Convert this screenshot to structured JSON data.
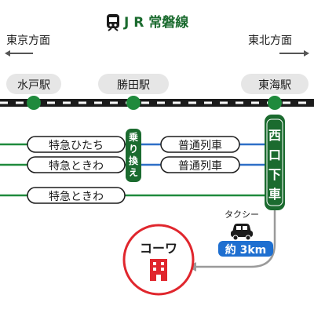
{
  "header": {
    "line_name": "J R 常磐線",
    "train_icon": "train-icon"
  },
  "directions": {
    "left": "東京方面",
    "right": "東北方面"
  },
  "stations": [
    {
      "name": "水戸駅"
    },
    {
      "name": "勝田駅"
    },
    {
      "name": "東海駅"
    }
  ],
  "routes": [
    {
      "express": "特急ひたち",
      "local": "普通列車"
    },
    {
      "express": "特急ときわ",
      "local": "普通列車"
    },
    {
      "express": "特急ときわ",
      "local": ""
    }
  ],
  "transfer_label": "乗り換え",
  "exit_label": "西口下車",
  "taxi": {
    "label": "タクシー",
    "distance": "約 3km",
    "icon": "car-icon"
  },
  "destination": {
    "name": "コーワ",
    "icon": "building-icon"
  },
  "colors": {
    "line_green": "#1f8a3c",
    "line_blue": "#2e6fc7",
    "destination_red": "#e0262d",
    "dark_green": "#1b6b2f",
    "badge_gray": "#e6e6e6",
    "taxi_blue": "#1e6fd0"
  }
}
